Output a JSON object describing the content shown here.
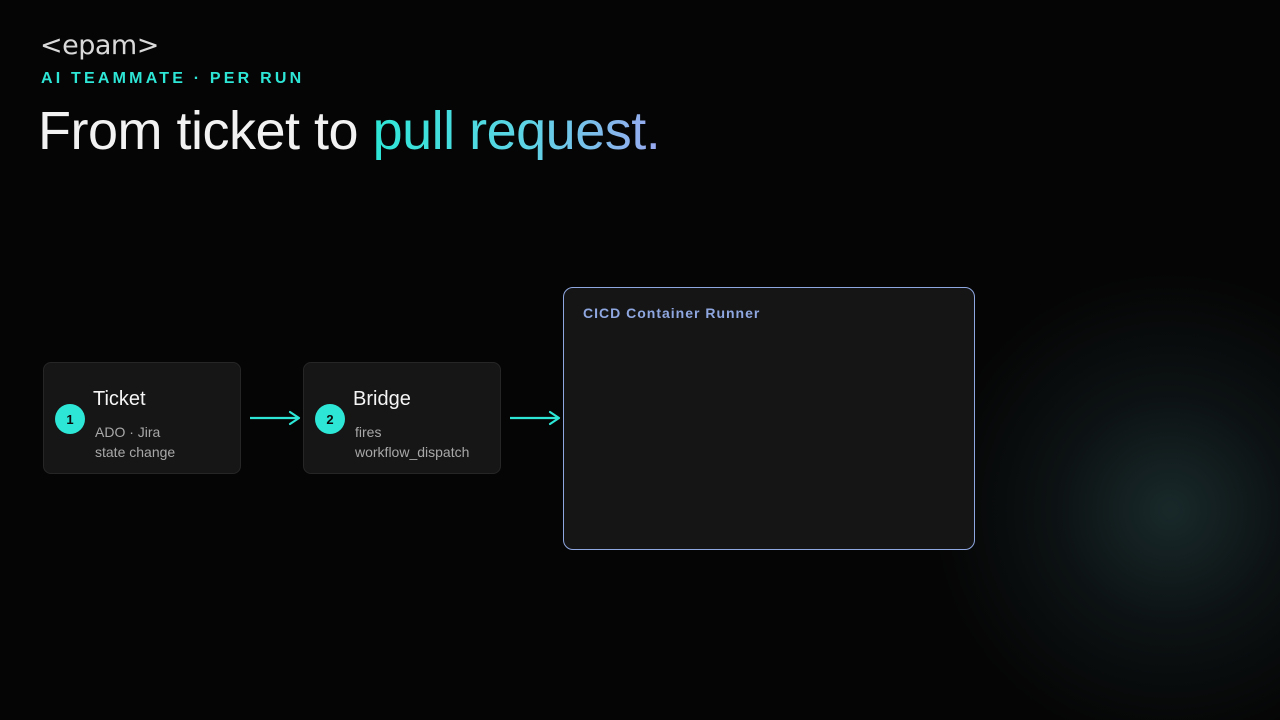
{
  "brand": {
    "logo_text": "<epam>"
  },
  "header": {
    "eyebrow": "AI TEAMMATE · PER RUN",
    "title_plain": "From ticket to ",
    "title_accent": "pull request."
  },
  "flow": {
    "steps": [
      {
        "number": "1",
        "title": "Ticket",
        "line1": "ADO · Jira",
        "line2": "state change"
      },
      {
        "number": "2",
        "title": "Bridge",
        "line1": "fires",
        "line2": "workflow_dispatch"
      }
    ],
    "runner": {
      "label": "CICD Container Runner"
    }
  },
  "colors": {
    "background": "#050505",
    "accent_teal": "#2ee6d6",
    "accent_periwinkle": "#8fa7e0",
    "card_fill": "#161616"
  }
}
